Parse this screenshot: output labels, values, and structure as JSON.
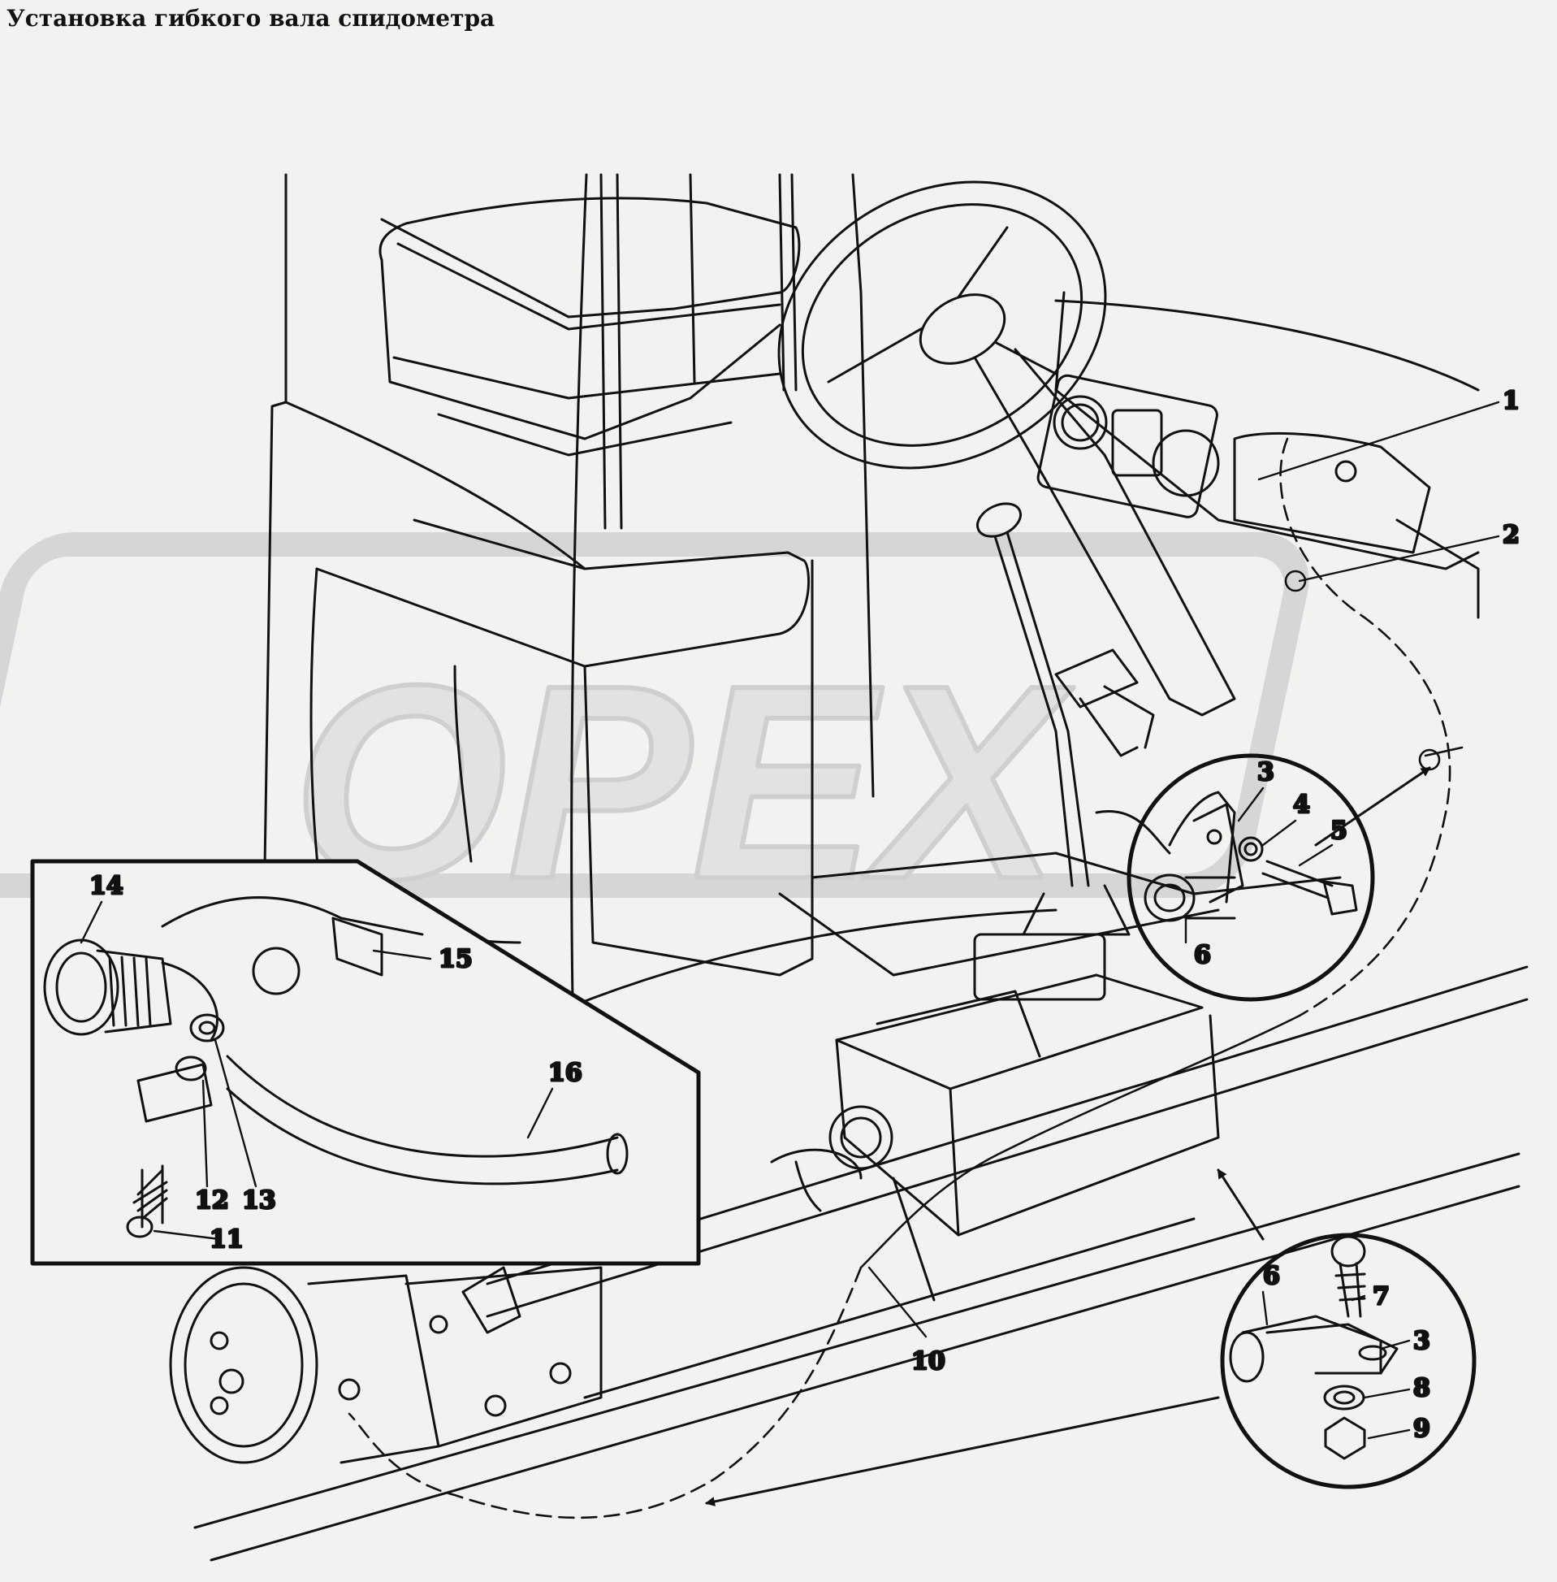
{
  "title": "Установка гибкого вала спидометра",
  "watermark": {
    "text": "OPEX"
  },
  "callouts": [
    {
      "id": "callout-1",
      "label": "1"
    },
    {
      "id": "callout-2",
      "label": "2"
    },
    {
      "id": "callout-3a",
      "label": "3"
    },
    {
      "id": "callout-4",
      "label": "4"
    },
    {
      "id": "callout-5",
      "label": "5"
    },
    {
      "id": "callout-6a",
      "label": "6"
    },
    {
      "id": "callout-14",
      "label": "14"
    },
    {
      "id": "callout-15",
      "label": "15"
    },
    {
      "id": "callout-16",
      "label": "16"
    },
    {
      "id": "callout-12",
      "label": "12"
    },
    {
      "id": "callout-13",
      "label": "13"
    },
    {
      "id": "callout-11",
      "label": "11"
    },
    {
      "id": "callout-10",
      "label": "10"
    },
    {
      "id": "callout-6b",
      "label": "6"
    },
    {
      "id": "callout-7",
      "label": "7"
    },
    {
      "id": "callout-3b",
      "label": "3"
    },
    {
      "id": "callout-8",
      "label": "8"
    },
    {
      "id": "callout-9",
      "label": "9"
    }
  ],
  "colors": {
    "line": "#111111",
    "background": "#f2f2f0",
    "watermark": "#e2e2e2"
  }
}
